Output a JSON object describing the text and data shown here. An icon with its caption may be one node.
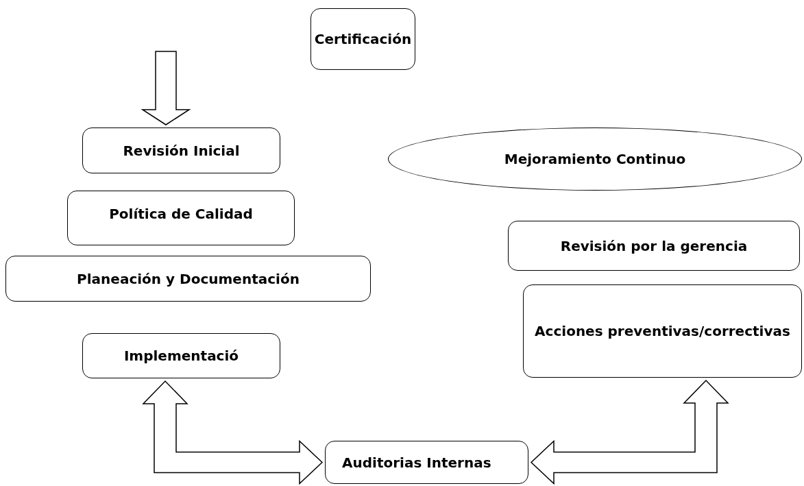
{
  "diagram": {
    "nodes": [
      {
        "text": [
          "Certificación"
        ]
      },
      {
        "text": [
          "Revisión Inicial"
        ]
      },
      {
        "text": [
          "Mejoramiento Continuo"
        ]
      },
      {
        "text": [
          "Política de Calidad"
        ]
      },
      {
        "text": [
          "Revisión por la gerencia"
        ]
      },
      {
        "text": [
          "Planeación y Documentación"
        ]
      },
      {
        "text": [
          "Acciones preventivas/correctivas"
        ]
      },
      {
        "text": [
          "Implementació"
        ]
      },
      {
        "text": [
          "Auditorias Internas"
        ]
      }
    ],
    "edges": [
      {
        "from": null,
        "to": 1,
        "arrow": "to"
      },
      {
        "from": 7,
        "to": 8,
        "arrow": "both"
      },
      {
        "from": 8,
        "to": 6,
        "arrow": "both"
      }
    ]
  }
}
